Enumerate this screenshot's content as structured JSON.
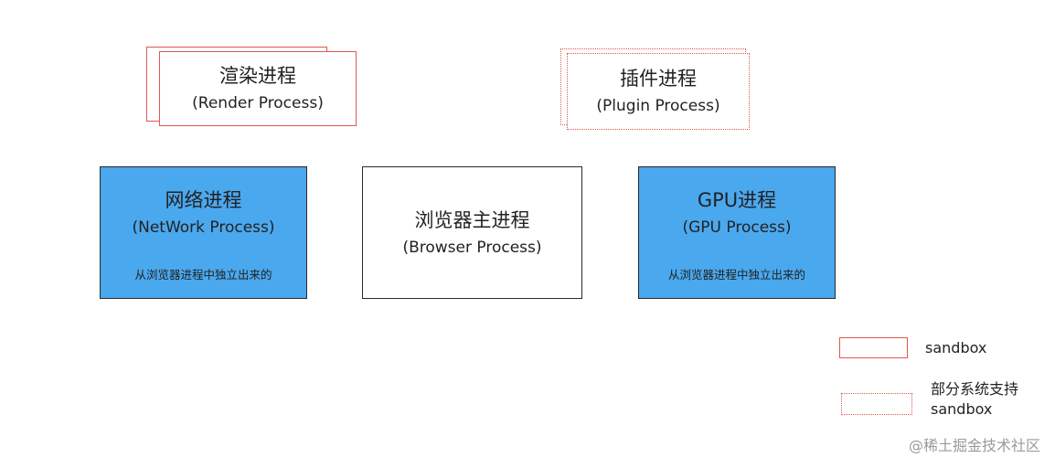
{
  "render": {
    "title": "渲染进程",
    "subtitle": "(Render Process)"
  },
  "plugin": {
    "title": "插件进程",
    "subtitle": "(Plugin Process)"
  },
  "network": {
    "title": "网络进程",
    "subtitle": "(NetWork Process)",
    "note": "从浏览器进程中独立出来的"
  },
  "browser": {
    "title": "浏览器主进程",
    "subtitle": "(Browser Process)"
  },
  "gpu": {
    "title": "GPU进程",
    "subtitle": "(GPU Process)",
    "note": "从浏览器进程中独立出来的"
  },
  "legend": {
    "sandbox_label": "sandbox",
    "partial_label_line1": "部分系统支持",
    "partial_label_line2": "sandbox"
  },
  "watermark": "@稀土掘金技术社区",
  "colors": {
    "sandbox_border": "#e0574f",
    "process_fill": "#4aa8ee",
    "box_border": "#2a2a2a"
  }
}
